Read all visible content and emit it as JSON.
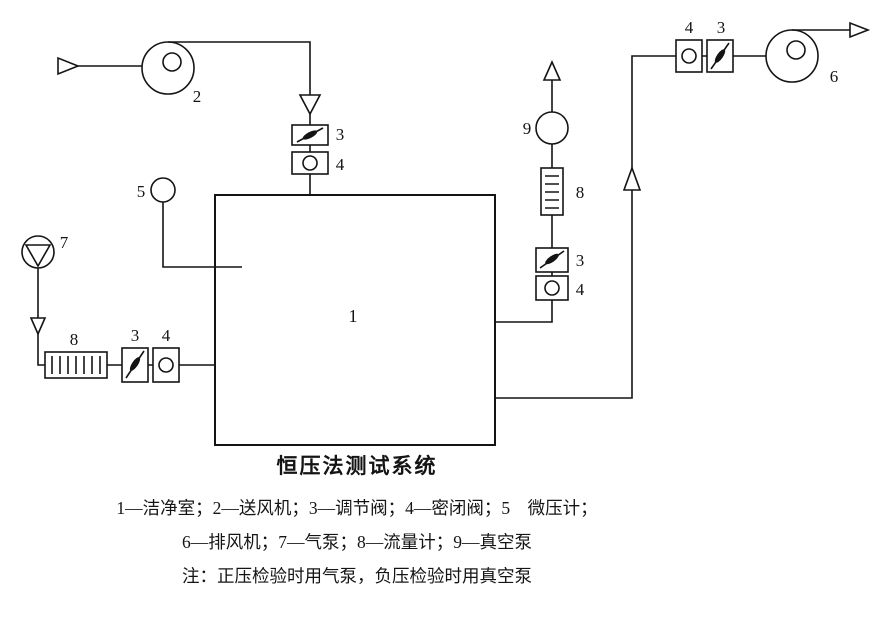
{
  "diagram": {
    "title": "恒压法测试系统",
    "components": {
      "chamber": "1",
      "supply_fan": "2",
      "supply_regulating_valve": "3",
      "supply_sealing_valve": "4",
      "micro_manometer": "5",
      "exhaust_fan": "6",
      "air_pump": "7",
      "inlet_flow_meter": "8",
      "inlet_regulating_valve": "3",
      "inlet_sealing_valve": "4",
      "suction_sealing_valve": "4",
      "suction_regulating_valve": "3",
      "suction_flow_meter": "8",
      "vacuum_pump": "9",
      "outlet_sealing_valve": "4",
      "outlet_regulating_valve": "3"
    },
    "caption": {
      "legend_line_1": "1—洁净室；2—送风机；3—调节阀；4—密闭阀；5　微压计；",
      "legend_line_2": "6—排风机；7—气泵；8—流量计；9—真空泵",
      "note": "注：正压检验时用气泵，负压检验时用真空泵"
    }
  }
}
